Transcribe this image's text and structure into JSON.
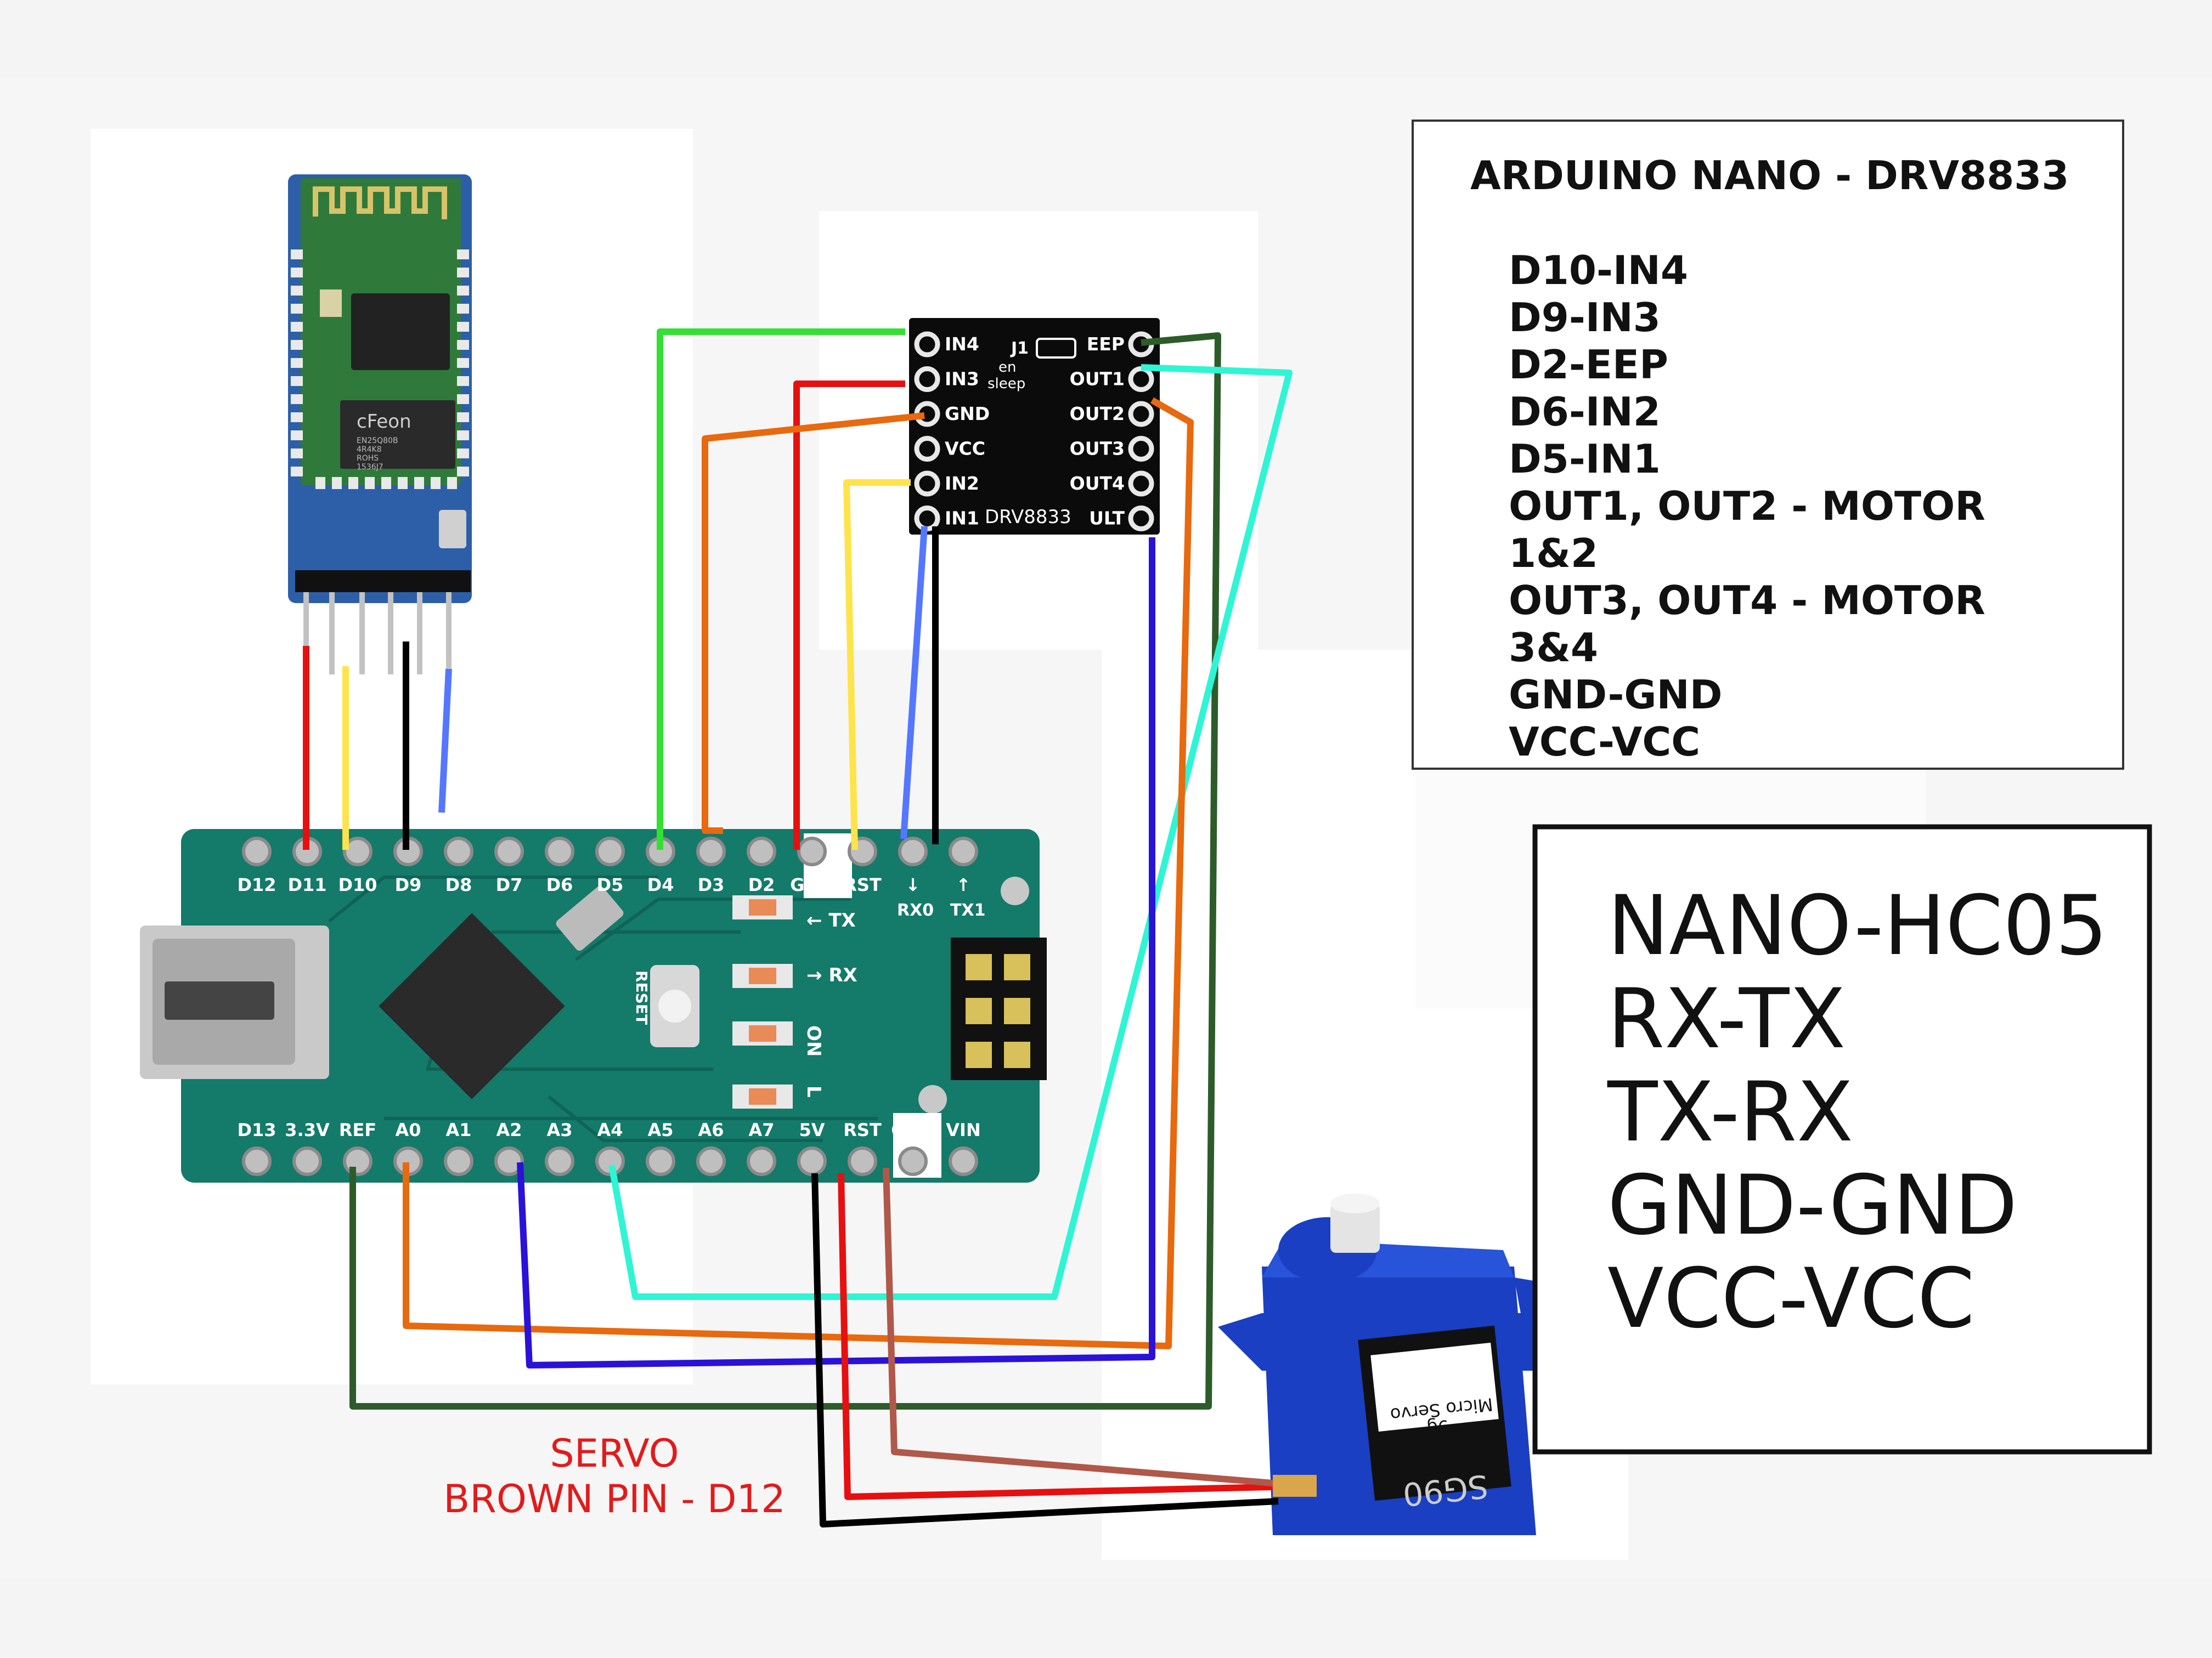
{
  "hc05": {
    "brand": "cFeon",
    "chip_text": [
      "EN25Q80B",
      "4R4K8",
      "ROHS",
      "1536J7"
    ]
  },
  "drv8833": {
    "name": "DRV8833",
    "left_pins": [
      "IN4",
      "IN3",
      "GND",
      "VCC",
      "IN2",
      "IN1"
    ],
    "right_pins": [
      "EEP",
      "OUT1",
      "OUT2",
      "OUT3",
      "OUT4",
      "ULT"
    ],
    "j1": "J1",
    "en": "en",
    "sleep": "sleep"
  },
  "nano": {
    "top_pins": [
      "D12",
      "D11",
      "D10",
      "D9",
      "D8",
      "D7",
      "D6",
      "D5",
      "D4",
      "D3",
      "D2",
      "GND",
      "RST",
      "↓",
      "↑"
    ],
    "bottom_pins": [
      "D13",
      "3.3V",
      "REF",
      "A0",
      "A1",
      "A2",
      "A3",
      "A4",
      "A5",
      "A6",
      "A7",
      "5V",
      "RST",
      "GND",
      "VIN"
    ],
    "rx_label": "RX0",
    "tx_label": "TX1",
    "led_labels": [
      "← TX",
      "→ RX",
      "ON",
      "L"
    ],
    "reset_label": "RESET"
  },
  "servo": {
    "label_1": "Micro Servo",
    "label_2": "9g",
    "model": "SG90"
  },
  "servo_note": {
    "line1": "SERVO",
    "line2": "BROWN PIN - D12",
    "color": "#e21b1b"
  },
  "box1": {
    "title": "ARDUINO NANO - DRV8833",
    "lines": [
      "D10-IN4",
      "D9-IN3",
      "D2-EEP",
      "D6-IN2",
      "D5-IN1",
      "OUT1, OUT2 - MOTOR",
      "1&2",
      "OUT3, OUT4 - MOTOR",
      "3&4",
      "GND-GND",
      "VCC-VCC"
    ]
  },
  "box2": {
    "lines": [
      "NANO-HC05",
      "RX-TX",
      "TX-RX",
      "GND-GND",
      "VCC-VCC"
    ]
  },
  "colors": {
    "red": "#e61010",
    "yellow": "#ffe34a",
    "black": "#000000",
    "blue": "#5577ff",
    "green": "#33e033",
    "orange": "#e8690e",
    "darkgreen": "#2d5c2a",
    "cyan": "#2ff5d5",
    "indigo": "#2a12d8",
    "brown": "#b0584a",
    "pcb_green": "#147a6a",
    "servo_blue": "#1a3fc2"
  }
}
